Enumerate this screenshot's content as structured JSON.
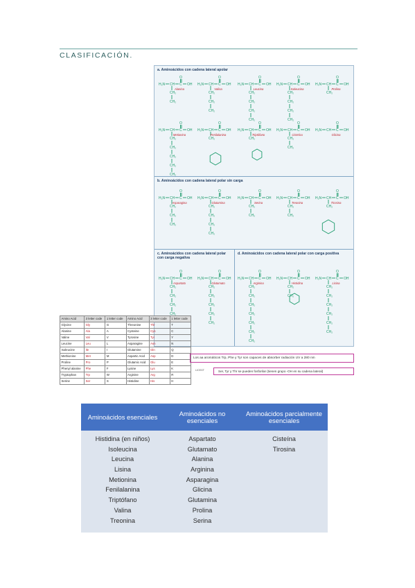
{
  "page": {
    "heading": "CLASIFICACIÓN."
  },
  "structures": {
    "section_a": "a. Aminoácidos con cadena lateral apolar",
    "section_b": "b. Aminoácidos con cadena lateral polar sin carga",
    "section_c": "c. Aminoácidos con cadena lateral polar con carga negativa",
    "section_d": "d. Aminoácidos con cadena lateral polar con carga positiva",
    "names_a": [
      "Alanina",
      "Valina",
      "Leucina",
      "Isoleucina",
      "Prolina",
      "Metionina",
      "Fenilalanina",
      "Triptófano",
      "Cisteína",
      "Glicina"
    ],
    "names_b": [
      "Asparagina",
      "Glutamina",
      "Serina",
      "Treonina",
      "Tirosina"
    ],
    "names_c": [
      "Aspartato",
      "Glutamato"
    ],
    "names_d": [
      "Arginina",
      "Histidina",
      "Lisina"
    ]
  },
  "code_table": {
    "headers": [
      "Amino Acid",
      "3 letter code",
      "1 letter code",
      "Amino Acid",
      "3 letter code",
      "1 letter code"
    ],
    "rows": [
      [
        "Glycine",
        "Gly",
        "G",
        "Threonine",
        "Thr",
        "T"
      ],
      [
        "Alanine",
        "Ala",
        "A",
        "Cysteine",
        "Cys",
        "C"
      ],
      [
        "Valine",
        "Val",
        "V",
        "Tyrosine",
        "Tyr",
        "Y"
      ],
      [
        "Leucine",
        "Leu",
        "L",
        "Asparagine",
        "Asn",
        "N"
      ],
      [
        "Isoleucine",
        "Ile",
        "I",
        "Glutamine",
        "Gln",
        "Q"
      ],
      [
        "Methionine",
        "Met",
        "M",
        "Aspartic Acid",
        "Asp",
        "D"
      ],
      [
        "Proline",
        "Pro",
        "P",
        "Glutamic Acid",
        "Glu",
        "E"
      ],
      [
        "Phenyl alanine",
        "Phe",
        "F",
        "Lysine",
        "Lys",
        "K"
      ],
      [
        "Tryptophan",
        "Trp",
        "W",
        "Arginine",
        "Arg",
        "R"
      ],
      [
        "Serine",
        "Ser",
        "S",
        "Histidine",
        "His",
        "H"
      ]
    ]
  },
  "notes": {
    "note1": "Los aa aromáticos Trp, Phe y Tyr son capaces de absorber radiación UV a 280 nm",
    "note2": "Ser, Tyr y Thr se pueden fosforilar (tienen grupo -OH en su cadena lateral)",
    "small_label": "LICEGT"
  },
  "essential_table": {
    "headers": [
      "Aminoácidos esenciales",
      "Aminoácidos no esenciales",
      "Aminoácidos parcialmente esenciales"
    ],
    "columns": [
      [
        "Histidina (en niños)",
        "Isoleucina",
        "Leucina",
        "Lisina",
        "Metionina",
        "Fenilalanina",
        "Triptófano",
        "Valina",
        "Treonina"
      ],
      [
        "Aspartato",
        "Glutamato",
        "Alanina",
        "Arginina",
        "Asparagina",
        "Glicina",
        "Glutamina",
        "Prolina",
        "Serina"
      ],
      [
        "Cisteína",
        "Tirosina"
      ]
    ],
    "colors": {
      "header_bg": "#4472c4",
      "body_bg": "#dde4ee"
    }
  }
}
